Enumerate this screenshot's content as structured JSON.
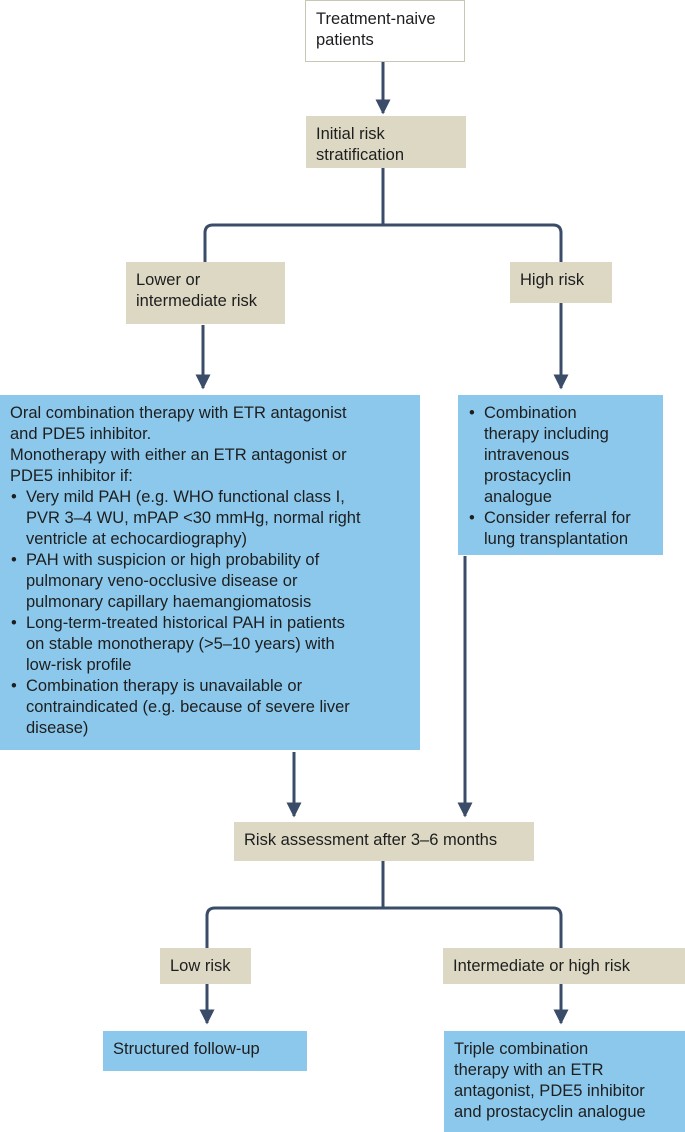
{
  "nodes": {
    "start": {
      "lines": [
        "Treatment-naive",
        "patients"
      ]
    },
    "initial_risk": {
      "lines": [
        "Initial risk",
        "stratification"
      ]
    },
    "lower_risk": {
      "lines": [
        "Lower or",
        "intermediate risk"
      ]
    },
    "high_risk": {
      "lines": [
        "High risk"
      ]
    },
    "lower_therapy": {
      "intro": [
        "Oral combination therapy with ETR antagonist",
        "and PDE5 inhibitor.",
        "Monotherapy with either an ETR antagonist or",
        "PDE5 inhibitor if:"
      ],
      "bullets": [
        [
          "Very mild PAH (e.g. WHO functional class I,",
          "PVR 3–4 WU, mPAP <30 mmHg, normal right",
          "ventricle at echocardiography)"
        ],
        [
          "PAH with suspicion or high probability of",
          "pulmonary veno-occlusive disease or",
          "pulmonary capillary haemangiomatosis"
        ],
        [
          "Long-term-treated historical PAH in patients",
          "on stable monotherapy (>5–10 years) with",
          "low-risk profile"
        ],
        [
          "Combination therapy is unavailable or",
          "contraindicated (e.g. because of severe liver",
          "disease)"
        ]
      ]
    },
    "high_therapy": {
      "bullets": [
        [
          "Combination",
          "therapy including",
          "intravenous",
          "prostacyclin",
          "analogue"
        ],
        [
          "Consider referral for",
          "lung transplantation"
        ]
      ]
    },
    "reassess": {
      "lines": [
        "Risk assessment after 3–6 months"
      ]
    },
    "low_risk": {
      "lines": [
        "Low risk"
      ]
    },
    "int_high_risk": {
      "lines": [
        "Intermediate or high risk"
      ]
    },
    "follow_up": {
      "lines": [
        "Structured follow-up"
      ]
    },
    "triple": {
      "lines": [
        "Triple combination",
        "therapy with an ETR",
        "antagonist, PDE5 inhibitor",
        "and prostacyclin analogue"
      ]
    }
  },
  "colors": {
    "decision": "#dcd8c4",
    "therapy": "#8bc8ec",
    "arrow": "#3b4c68"
  }
}
